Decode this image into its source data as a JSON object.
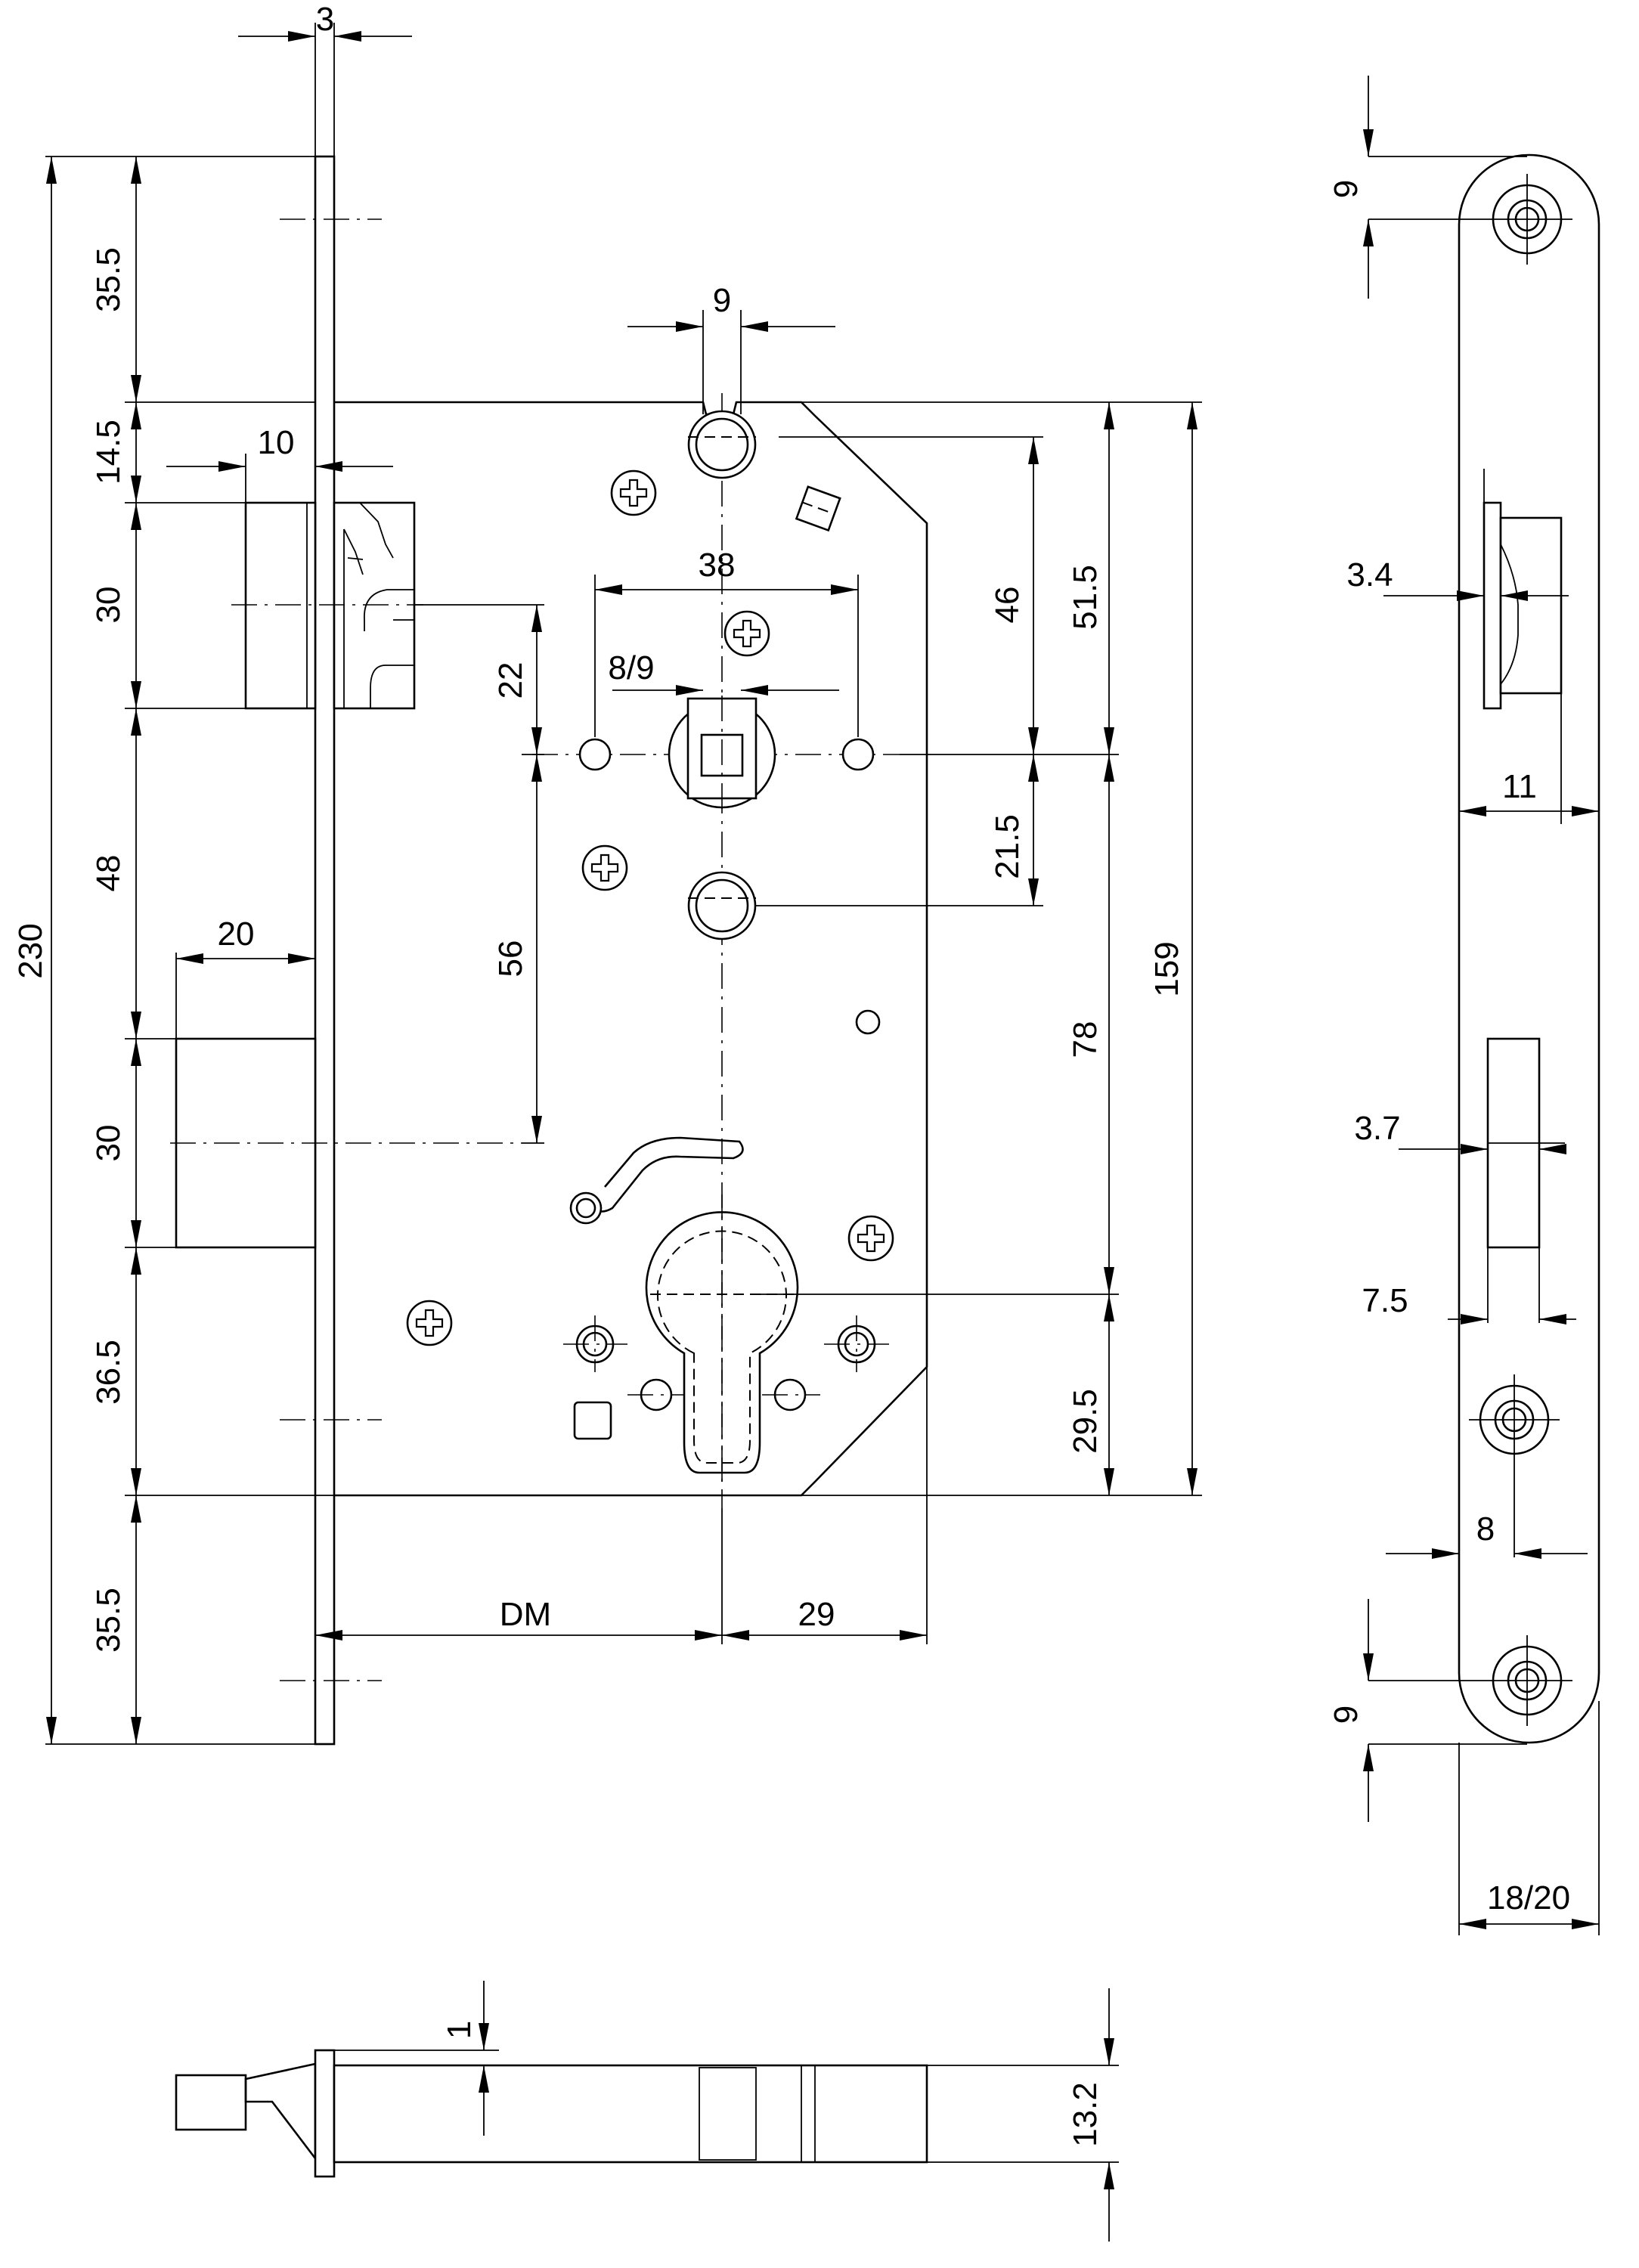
{
  "front_view": {
    "faceplate_thickness": "3",
    "faceplate_length": "230",
    "dims_left": [
      "35.5",
      "14.5",
      "30",
      "48",
      "30",
      "36.5",
      "35.5"
    ],
    "latch_projection": "10",
    "deadbolt_projection": "20",
    "hole_width": "9",
    "handle_hole_spacing": "38",
    "follower_size": "8/9",
    "dim_22": "22",
    "dim_56": "56",
    "dim_46": "46",
    "dim_21_5": "21.5",
    "dim_51_5": "51.5",
    "dim_78": "78",
    "dim_29_5": "29.5",
    "case_height": "159",
    "backset_label": "DM",
    "dim_29": "29"
  },
  "side_view": {
    "screw_offset_top": "9",
    "latch_width": "3.4",
    "dim_11": "11",
    "bolt_width": "3.7",
    "dim_7_5": "7.5",
    "dim_8": "8",
    "screw_offset_bottom": "9",
    "plate_width": "18/20"
  },
  "bottom_view": {
    "plate_step": "1",
    "case_thickness": "13.2"
  }
}
